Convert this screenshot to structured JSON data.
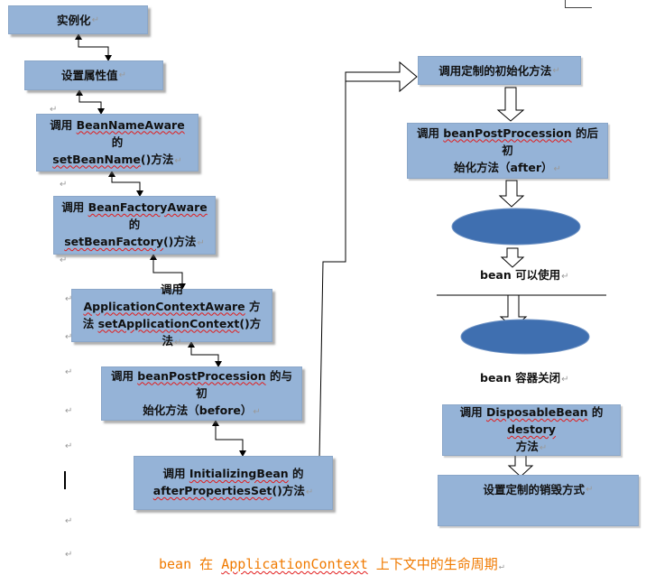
{
  "left_chain": {
    "step1": "实例化",
    "step2": "设置属性值",
    "step3_pre": "调用 ",
    "step3_name": "BeanNameAware",
    "step3_post": " 的",
    "step3_line2_name": "setBeanName",
    "step3_line2_post": "()方法",
    "step4_pre": "调用 ",
    "step4_name": "BeanFactoryAware",
    "step4_post": " 的",
    "step4_line2_name": "setBeanFactory",
    "step4_line2_post": "()方法",
    "step5_pre": "调用 ",
    "step5_name": "ApplicationContextAware",
    "step5_post": " 方",
    "step5_line2_pre": "法 ",
    "step5_line2_name": "setApplicationContext",
    "step5_line2_post": "()方法",
    "step6_pre": "调用 ",
    "step6_name": "beanPostProcession",
    "step6_post": " 的与初",
    "step6_line2": "始化方法（before）",
    "step7_pre": "调用 ",
    "step7_name": "InitializingBean",
    "step7_post": " 的",
    "step7_line2_name": "afterPropertiesSet",
    "step7_line2_post": "()方法"
  },
  "right_chain": {
    "step8": "调用定制的初始化方法",
    "step9_pre": "调用 ",
    "step9_name": "beanPostProcession",
    "step9_post": " 的后初",
    "step9_line2": "始化方法（after）",
    "ready_label": "bean 可以使用",
    "close_label": "bean 容器关闭",
    "step10_pre": "调用 ",
    "step10_name": "DisposableBean",
    "step10_mid": " 的 ",
    "step10_name2": "destory",
    "step10_line2": "方法",
    "step11": "设置定制的销毁方式"
  },
  "caption": {
    "pre": "bean 在 ",
    "name": "ApplicationContext",
    "post": " 上下文中的生命周期"
  },
  "colors": {
    "box_fill": "#95b3d7",
    "ellipse_fill": "#3f6fb0",
    "caption": "#f07a00"
  }
}
